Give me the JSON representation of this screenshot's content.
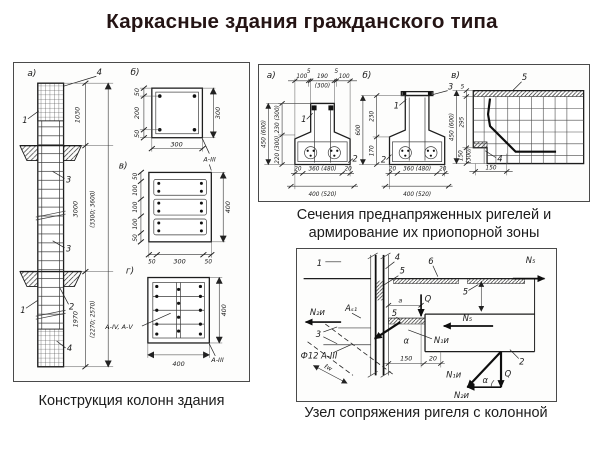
{
  "title": "Каркасные здания гражданского типа",
  "colors": {
    "title": "#241414",
    "ink": "#1d1d1d",
    "panel_bg": "#fdfdfc"
  },
  "col": {
    "caption": "Конструкция колонн здания",
    "va": "а)",
    "vb": "б)",
    "vv": "в)",
    "vg": "г)",
    "p4t": "4",
    "p1t": "1",
    "p3t": "3",
    "p3m": "3",
    "p2": "2",
    "p1b": "1",
    "p4b": "4",
    "d1030": "1030",
    "d3000": "3000",
    "d3000a": "(3300; 3600)",
    "d1970": "1970",
    "d1970a": "(2270; 2570)",
    "sb": {
      "l1": "50",
      "l2": "200",
      "l3": "50",
      "w": "300",
      "h": "300",
      "st": "А-III"
    },
    "sv": {
      "l1": "50",
      "l2": "100",
      "l3": "100",
      "l4": "100",
      "l5": "50",
      "b1": "50",
      "b2": "300",
      "b3": "50",
      "h": "400"
    },
    "sg": {
      "w": "400",
      "h": "400",
      "st45": "А-IV, А-V",
      "st3": "А-III"
    }
  },
  "rig": {
    "cap1": "Сечения преднапряженных ригелей и",
    "cap2": "армирование их приопорной зоны",
    "va": "а)",
    "vb": "б)",
    "vv": "в)",
    "a": {
      "t1": "100",
      "t2": "5",
      "t3": "190",
      "t3a": "(300)",
      "t4": "5",
      "t5": "100",
      "l1": "230 (300)",
      "l2": "220 (300)",
      "lo": "450 (600)",
      "b1": "20",
      "b2": "360 (480)",
      "b3": "20",
      "bo": "400 (520)",
      "p1": "1",
      "p2": "2"
    },
    "b": {
      "l1": "230",
      "l2": "170",
      "lo": "600",
      "b1": "20",
      "b2": "360 (480)",
      "b3": "20",
      "bo": "400 (520)",
      "p1": "1",
      "p2": "2",
      "p3": "3"
    },
    "v": {
      "t5": "5",
      "p5": "5",
      "p4": "4",
      "l1": "295",
      "l2": "150",
      "l2a": "(300)",
      "lo": "450 (600)",
      "b": "150"
    }
  },
  "node": {
    "caption": "Узел сопряжения ригеля с колонной",
    "p1": "1",
    "p4": "4",
    "p5_col": "5",
    "p6": "6",
    "p5_plate": "5",
    "p5_shelf": "5",
    "p3": "3",
    "p2": "2",
    "n5t": "N₅",
    "n5m": "N₅",
    "n2u": "N₂и",
    "n1u": "N₁и",
    "as1": "Аₛ₁",
    "q": "Q",
    "a": "а",
    "alpha": "α",
    "f12": "Ф12 А-III",
    "lw": "ℓw",
    "d150": "150",
    "d20": "20",
    "tq": "Q",
    "tn1": "N₁и",
    "tn2": "N₂и",
    "talpha": "α"
  }
}
